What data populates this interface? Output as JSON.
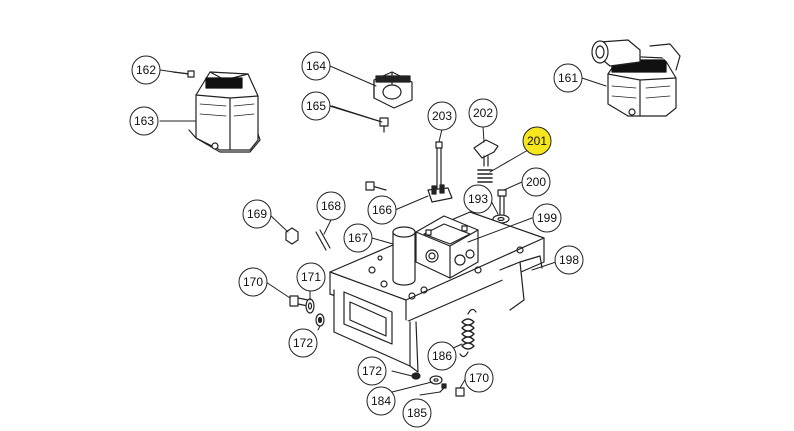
{
  "diagram": {
    "callouts": [
      {
        "id": "c162",
        "label": "162"
      },
      {
        "id": "c163",
        "label": "163"
      },
      {
        "id": "c164",
        "label": "164"
      },
      {
        "id": "c165",
        "label": "165"
      },
      {
        "id": "c203",
        "label": "203"
      },
      {
        "id": "c202",
        "label": "202"
      },
      {
        "id": "c201",
        "label": "201",
        "highlight": true
      },
      {
        "id": "c161",
        "label": "161"
      },
      {
        "id": "c200",
        "label": "200"
      },
      {
        "id": "c193",
        "label": "193"
      },
      {
        "id": "c166",
        "label": "166"
      },
      {
        "id": "c169",
        "label": "169"
      },
      {
        "id": "c168",
        "label": "168"
      },
      {
        "id": "c167",
        "label": "167"
      },
      {
        "id": "c199",
        "label": "199"
      },
      {
        "id": "c198",
        "label": "198"
      },
      {
        "id": "c170a",
        "label": "170"
      },
      {
        "id": "c171",
        "label": "171"
      },
      {
        "id": "c172a",
        "label": "172"
      },
      {
        "id": "c186",
        "label": "186"
      },
      {
        "id": "c172b",
        "label": "172"
      },
      {
        "id": "c170b",
        "label": "170"
      },
      {
        "id": "c184",
        "label": "184"
      },
      {
        "id": "c185",
        "label": "185"
      }
    ],
    "colors": {
      "highlight": "#f5e61e",
      "stroke": "#222222",
      "callout_fill": "#ffffff"
    },
    "parts": [
      "pedal-housing-cover-163",
      "cable-clamp-164",
      "housing-with-connector-161",
      "base-plate-198",
      "junction-box-199",
      "cylinder-167",
      "return-spring-186"
    ]
  }
}
